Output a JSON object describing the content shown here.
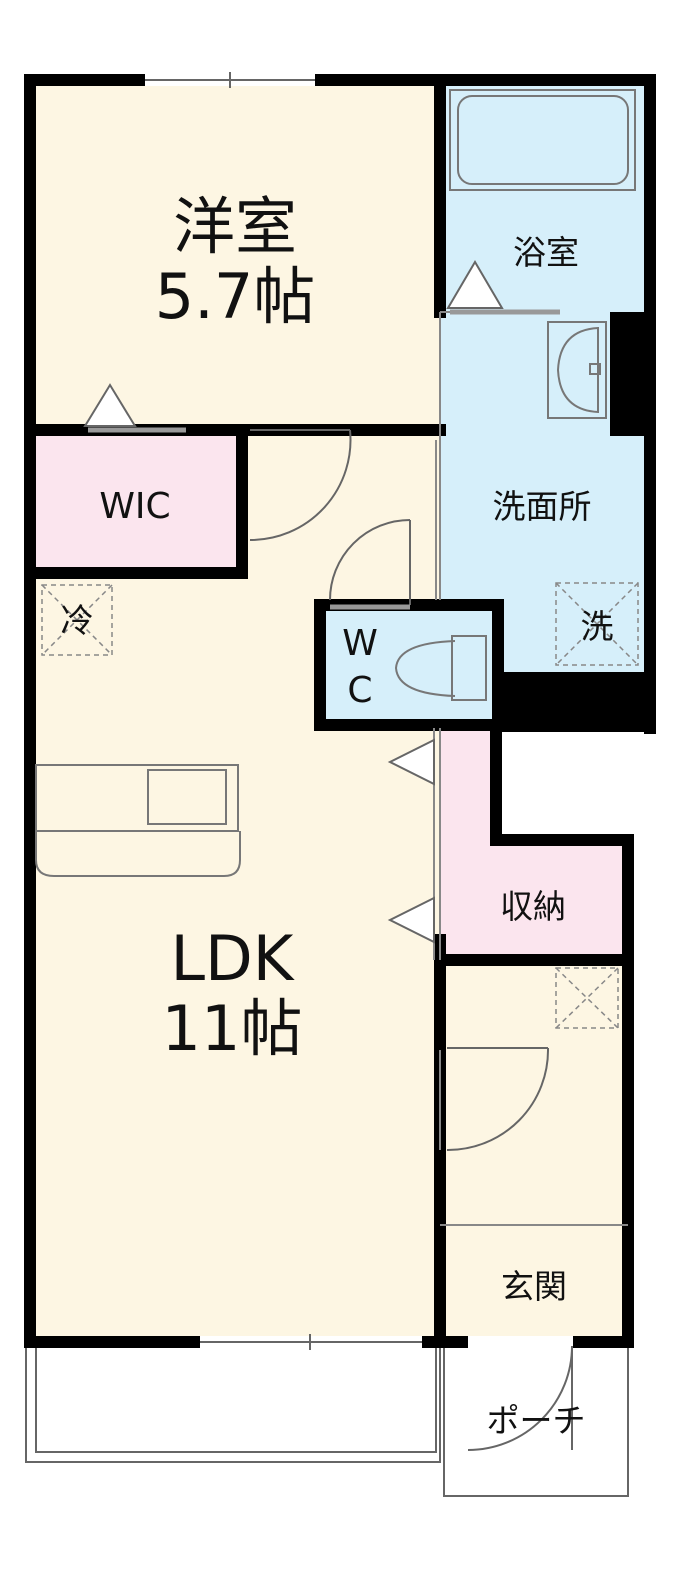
{
  "colors": {
    "living": "#fdf6e3",
    "wet": "#d6effa",
    "storage": "#fbe5ee",
    "wall": "#000000",
    "thin_line": "#888888"
  },
  "rooms": {
    "western": {
      "name": "洋室",
      "size": "5.7帖"
    },
    "ldk": {
      "name": "LDK",
      "size": "11帖"
    },
    "wic": {
      "name": "WIC"
    },
    "bath": {
      "name": "浴室"
    },
    "washroom": {
      "name": "洗面所"
    },
    "toilet": {
      "line1": "W",
      "line2": "C"
    },
    "storage": {
      "name": "収納"
    },
    "entrance": {
      "name": "玄関"
    },
    "porch": {
      "name": "ポーチ"
    }
  },
  "marks": {
    "fridge": "冷",
    "washer": "洗"
  },
  "icons": [
    "bathtub-icon",
    "washbasin-icon",
    "toilet-icon",
    "kitchen-counter-icon",
    "sink-icon"
  ]
}
